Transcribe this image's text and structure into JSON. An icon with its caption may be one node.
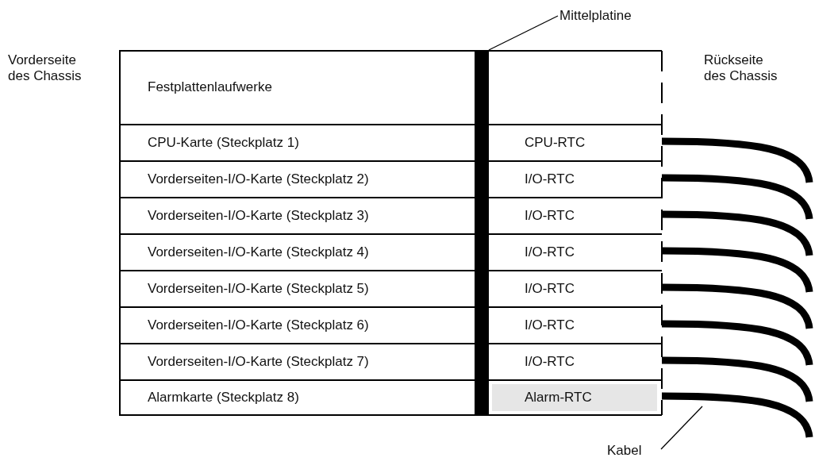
{
  "diagram": {
    "nodes": [
      {
        "text": [
          "Mittelplatine"
        ]
      },
      {
        "text": [
          "Festplattenlaufwerke"
        ]
      },
      {
        "text": [
          "CPU-Karte (Steckplatz 1)"
        ]
      },
      {
        "text": [
          "Vorderseiten-I/O-Karte (Steckplatz 2)"
        ]
      },
      {
        "text": [
          "Vorderseiten-I/O-Karte (Steckplatz 3)"
        ]
      },
      {
        "text": [
          "Vorderseiten-I/O-Karte (Steckplatz 4)"
        ]
      },
      {
        "text": [
          "Vorderseiten-I/O-Karte (Steckplatz 5)"
        ]
      },
      {
        "text": [
          "Vorderseiten-I/O-Karte (Steckplatz 6)"
        ]
      },
      {
        "text": [
          "Vorderseiten-I/O-Karte (Steckplatz 7)"
        ]
      },
      {
        "text": [
          "Alarmkarte (Steckplatz 8)"
        ]
      },
      {
        "text": [],
        "shape": "bar"
      },
      {
        "text": [
          "CPU-RTC"
        ]
      },
      {
        "text": [
          "I/O-RTC"
        ]
      },
      {
        "text": [
          "I/O-RTC"
        ]
      },
      {
        "text": [
          "I/O-RTC"
        ]
      },
      {
        "text": [
          "I/O-RTC"
        ]
      },
      {
        "text": [
          "I/O-RTC"
        ]
      },
      {
        "text": [
          "I/O-RTC"
        ]
      },
      {
        "text": [
          "Alarm-RTC"
        ]
      },
      {
        "text": [
          "Kabel"
        ]
      }
    ],
    "edges": [
      {
        "from": 0,
        "to": 10,
        "arrow": "none"
      },
      {
        "from": 11,
        "to": null,
        "arrow": "none"
      },
      {
        "from": 12,
        "to": null,
        "arrow": "none"
      },
      {
        "from": 13,
        "to": null,
        "arrow": "none"
      },
      {
        "from": 14,
        "to": null,
        "arrow": "none"
      },
      {
        "from": 15,
        "to": null,
        "arrow": "none"
      },
      {
        "from": 16,
        "to": null,
        "arrow": "none"
      },
      {
        "from": 17,
        "to": null,
        "arrow": "none"
      },
      {
        "from": 18,
        "to": null,
        "arrow": "none"
      },
      {
        "from": 19,
        "to": null,
        "arrow": "none"
      }
    ],
    "labels": [
      "Vorderseite des Chassis",
      "Rückseite des Chassis"
    ]
  }
}
